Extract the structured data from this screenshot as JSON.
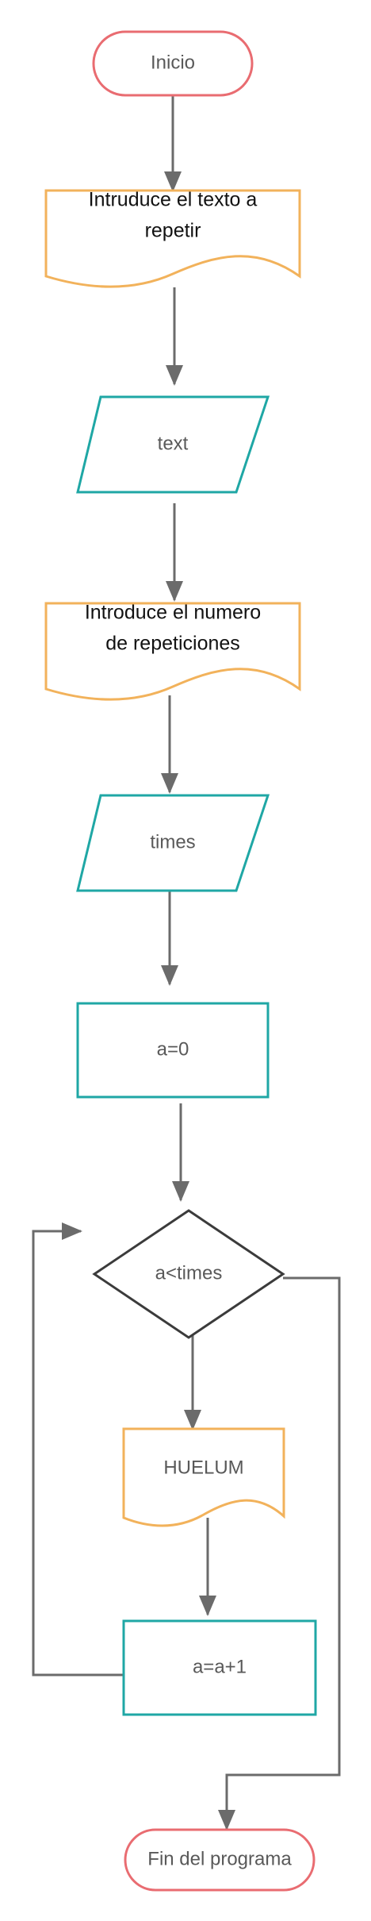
{
  "colors": {
    "terminal": "#e96c71",
    "document": "#f2b25b",
    "io": "#1fa7a5",
    "process": "#1fa7a5",
    "decision": "#3b3b3b",
    "connector": "#6b6b6b"
  },
  "nodes": {
    "start": {
      "label": "Inicio"
    },
    "prompt_text": {
      "line1": "Intruduce el texto a",
      "line2": "repetir"
    },
    "input_text": {
      "label": "text"
    },
    "prompt_times": {
      "line1": "Introduce el numero",
      "line2": "de repeticiones"
    },
    "input_times": {
      "label": "times"
    },
    "init": {
      "label": "a=0"
    },
    "condition": {
      "label": "a<times"
    },
    "output": {
      "label": "HUELUM"
    },
    "increment": {
      "label": "a=a+1"
    },
    "end": {
      "label": "Fin del programa"
    }
  }
}
